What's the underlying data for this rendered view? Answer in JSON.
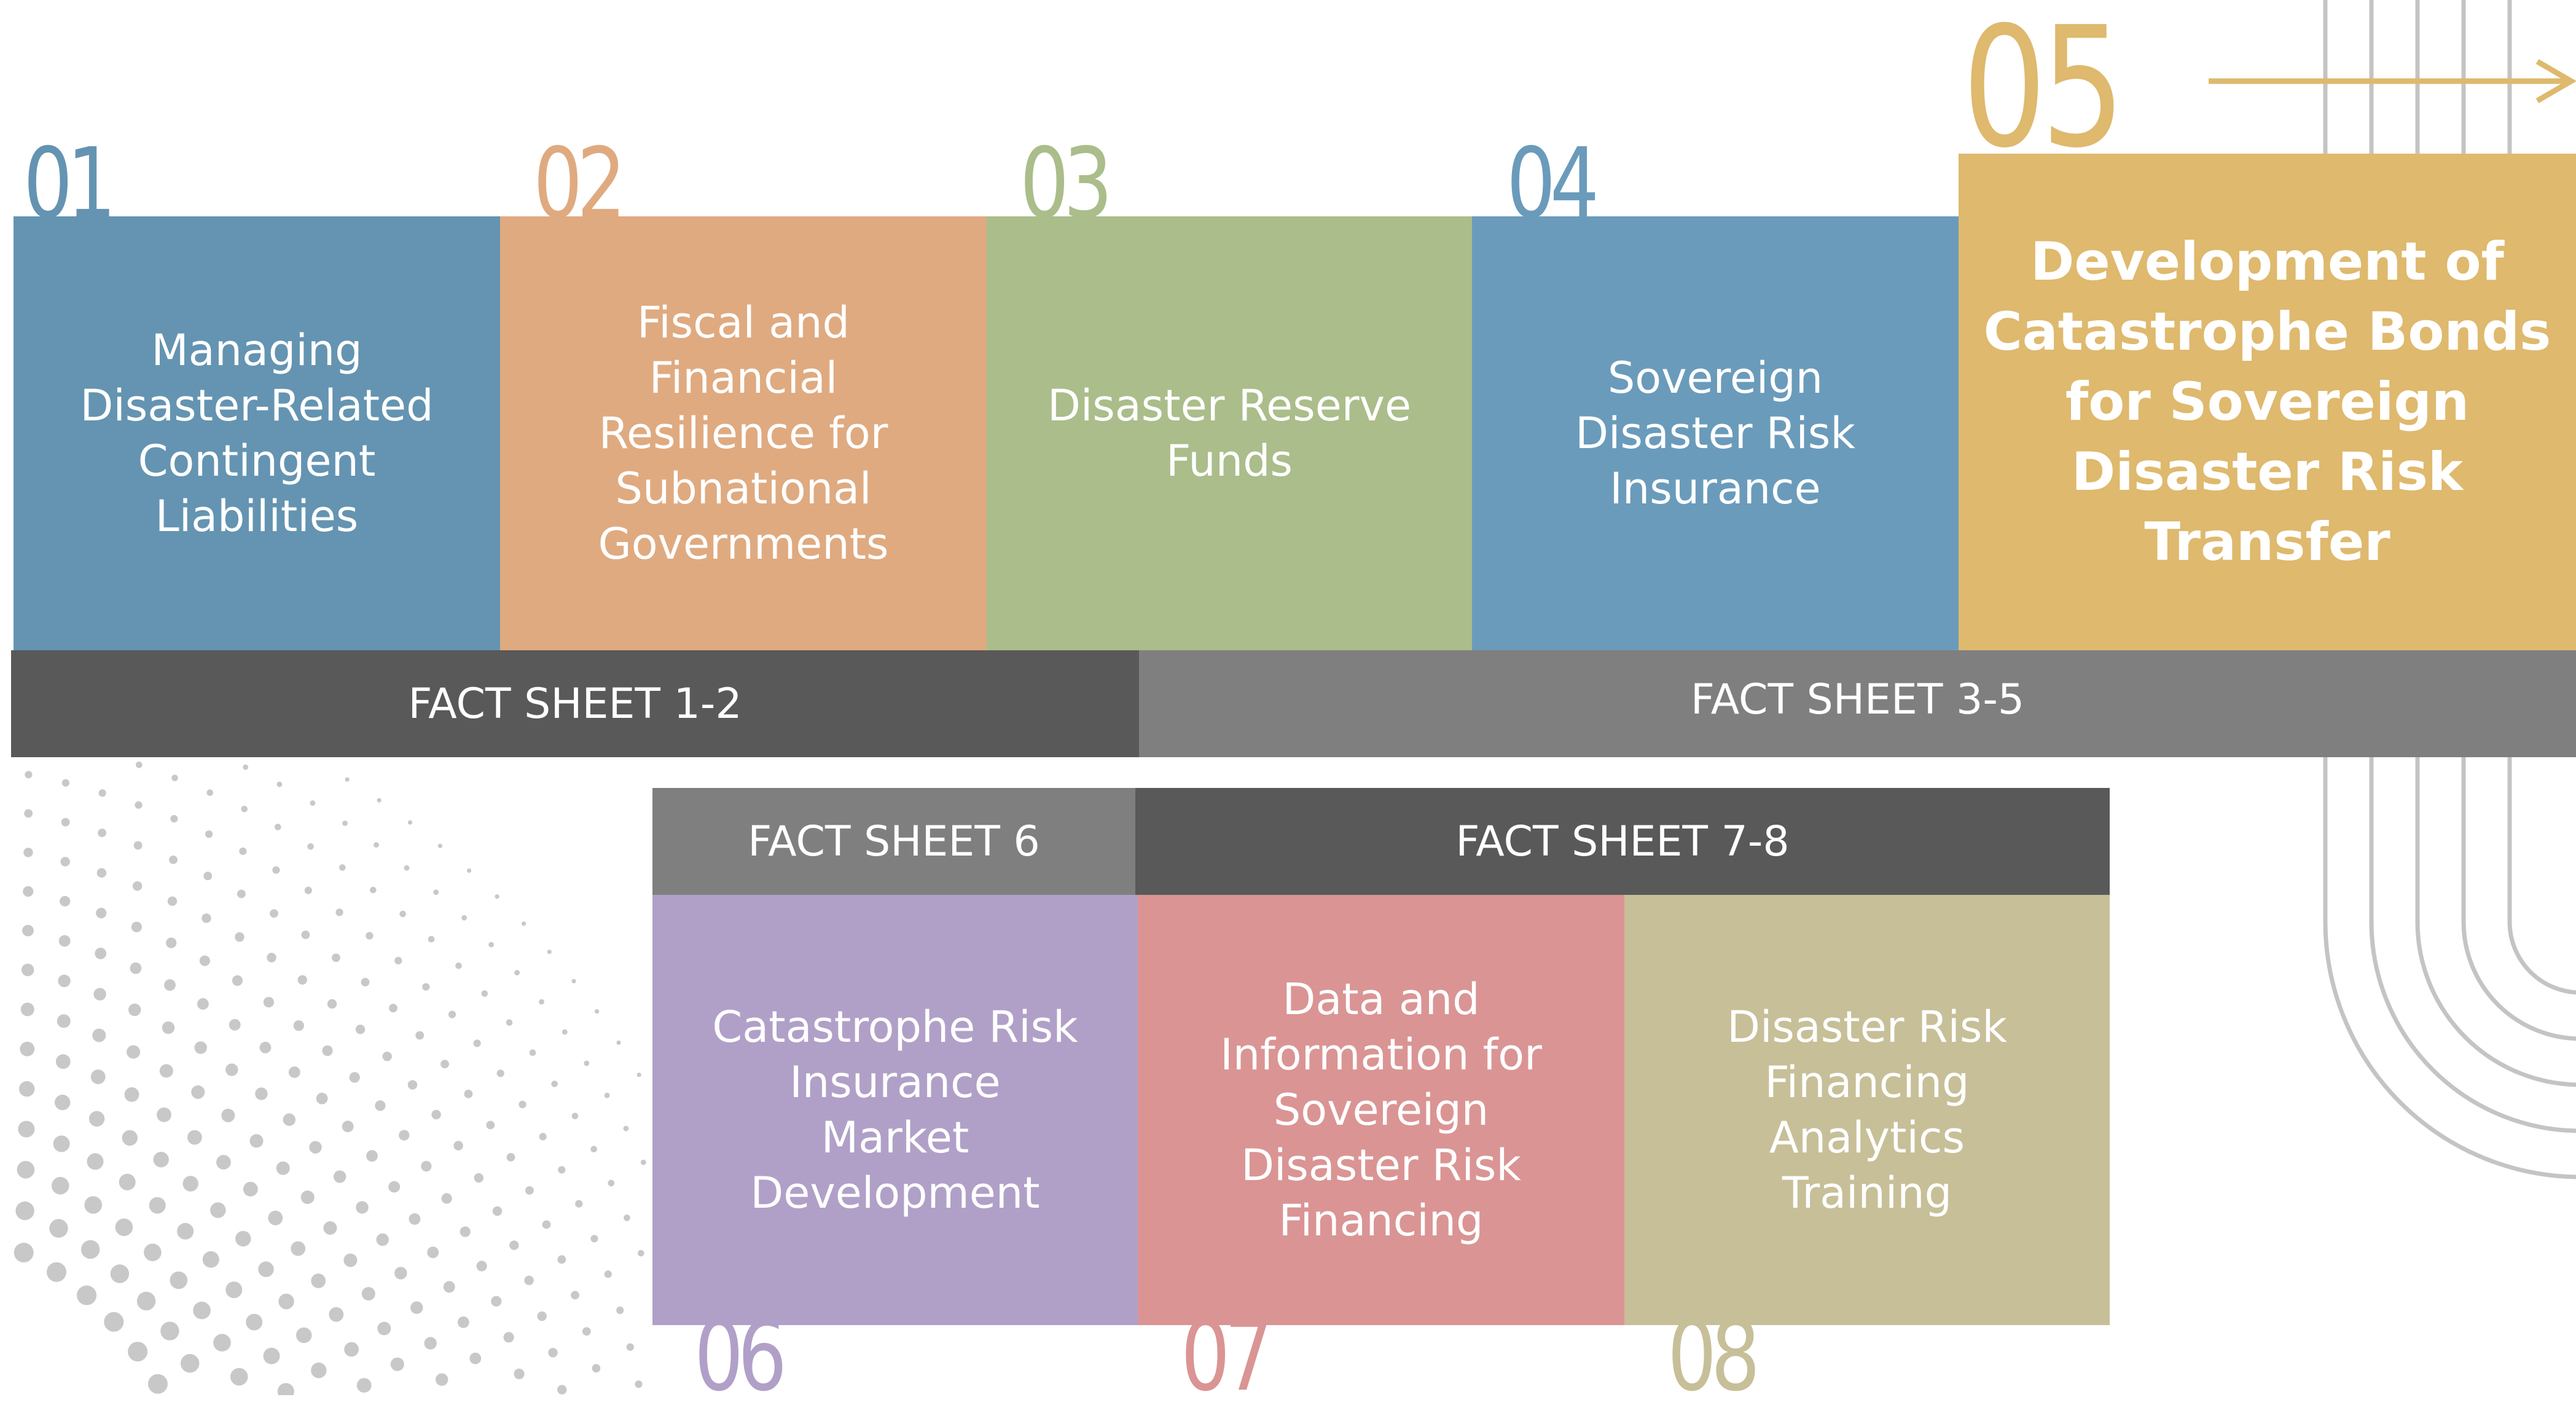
{
  "top_row": [
    {
      "number": "01",
      "label": "Managing\nDisaster-Related\nContingent\nLiabilities",
      "color": "#6494B1"
    },
    {
      "number": "02",
      "label": "Fiscal and\nFinancial\nResilience for\nSubnational\nGovernments",
      "color": "#DFAA80"
    },
    {
      "number": "03",
      "label": "Disaster Reserve\nFunds",
      "color": "#AABD8A"
    },
    {
      "number": "04",
      "label": "Sovereign\nDisaster Risk\nInsurance",
      "color": "#6A9BBB"
    },
    {
      "number": "05",
      "label": "Development of\nCatastrophe Bonds\nfor Sovereign\nDisaster Risk\nTransfer",
      "color": "#DEB96E"
    }
  ],
  "top_bars": [
    {
      "label": "FACT SHEET 1-2",
      "color": "#595959"
    },
    {
      "label": "FACT SHEET 3-5",
      "color": "#7F7F7F"
    }
  ],
  "bottom_bars": [
    {
      "label": "FACT SHEET 6",
      "color": "#7F7F7F"
    },
    {
      "label": "FACT SHEET 7-8",
      "color": "#595959"
    }
  ],
  "bottom_row": [
    {
      "number": "06",
      "label": "Catastrophe Risk\nInsurance\nMarket\nDevelopment",
      "color": "#B0A0C8"
    },
    {
      "number": "07",
      "label": "Data and\nInformation for\nSovereign\nDisaster Risk\nFinancing",
      "color": "#DA9494"
    },
    {
      "number": "08",
      "label": "Disaster Risk\nFinancing\nAnalytics\nTraining",
      "color": "#C7BF98"
    }
  ],
  "decorations": {
    "arrow_icon": "right-arrow",
    "line_color": "#C4C4C4",
    "dot_color": "#C8C8C8"
  }
}
